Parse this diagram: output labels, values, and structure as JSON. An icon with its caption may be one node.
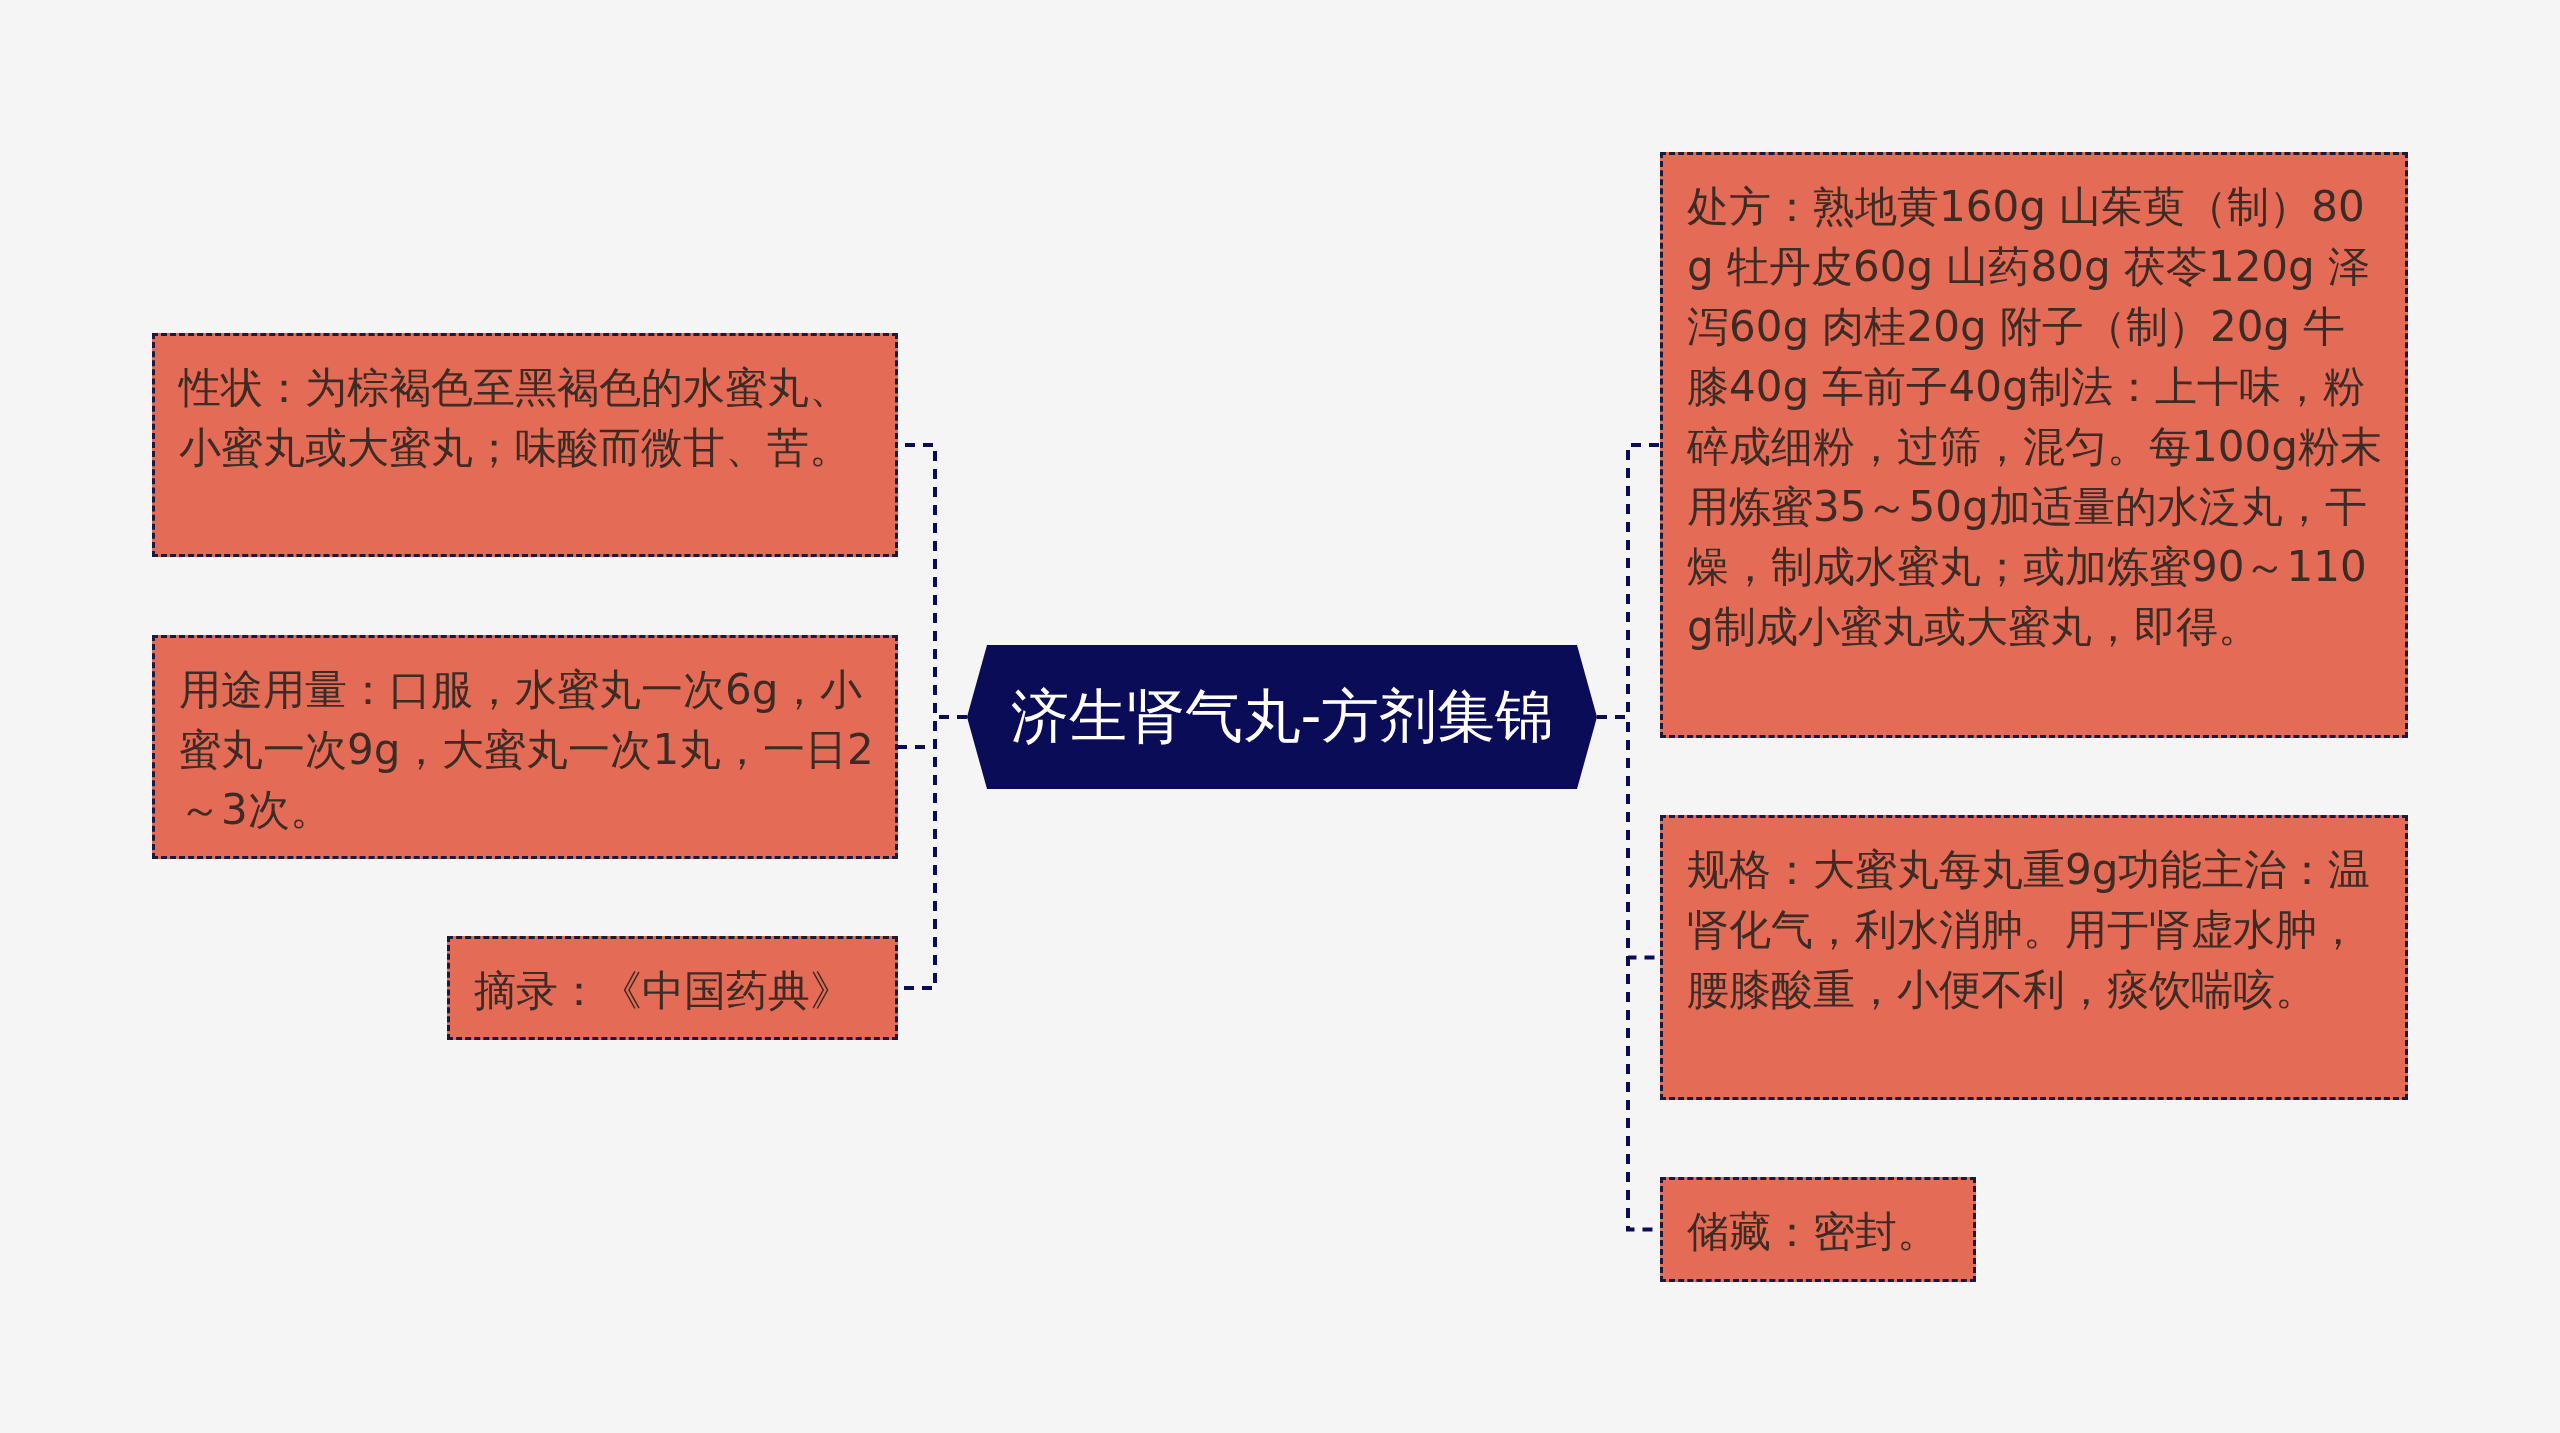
{
  "diagram": {
    "nodes": [
      {
        "text": [
          "济生肾气丸-方剂集锦"
        ]
      },
      {
        "text": [
          "性状：为棕褐色至黑褐色的水蜜丸、小蜜丸或大蜜丸；味酸而微甘、苦。"
        ]
      },
      {
        "text": [
          "用途用量：口服，水蜜丸一次6g，小蜜丸一次9g，大蜜丸一次1丸，一日2～3次。"
        ]
      },
      {
        "text": [
          "摘录：《中国药典》"
        ]
      },
      {
        "text": [
          "处方：熟地黄160g 山茱萸（制）80g 牡丹皮60g 山药80g 茯苓120g 泽泻60g 肉桂20g 附子（制）20g 牛膝40g 车前子40g制法：上十味，粉碎成细粉，过筛，混匀。每100g粉末用炼蜜35～50g加适量的水泛丸，干燥，制成水蜜丸；或加炼蜜90～110g制成小蜜丸或大蜜丸，即得。"
        ]
      },
      {
        "text": [
          "规格：大蜜丸每丸重9g功能主治：温肾化气，利水消肿。用于肾虚水肿，腰膝酸重，小便不利，痰饮喘咳。"
        ]
      },
      {
        "text": [
          "储藏：密封。"
        ]
      }
    ],
    "edges": [
      {
        "from": 0,
        "to": 1,
        "arrow": "none"
      },
      {
        "from": 0,
        "to": 2,
        "arrow": "none"
      },
      {
        "from": 0,
        "to": 3,
        "arrow": "none"
      },
      {
        "from": 0,
        "to": 4,
        "arrow": "none"
      },
      {
        "from": 0,
        "to": 5,
        "arrow": "none"
      },
      {
        "from": 0,
        "to": 6,
        "arrow": "none"
      }
    ]
  }
}
